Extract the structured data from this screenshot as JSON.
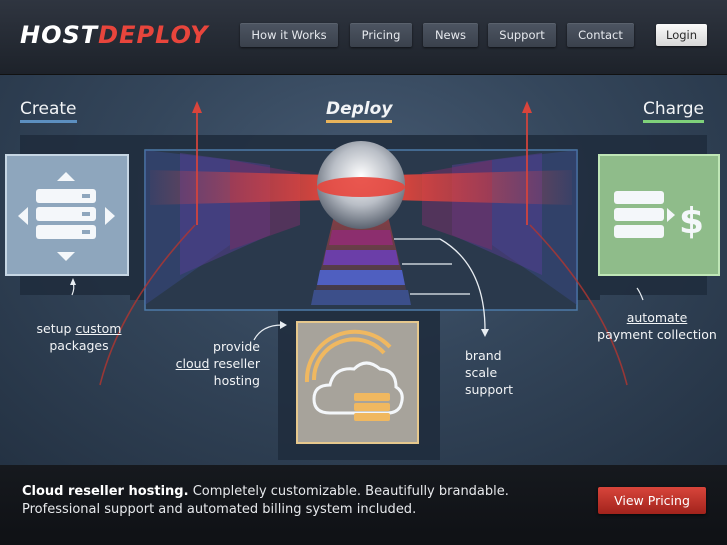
{
  "header": {
    "logo": {
      "part1": "HOST",
      "part2": "DEPLOY"
    },
    "nav": [
      {
        "id": "how-it-works",
        "label": "How it Works"
      },
      {
        "id": "pricing",
        "label": "Pricing"
      },
      {
        "id": "news",
        "label": "News"
      },
      {
        "id": "support",
        "label": "Support"
      },
      {
        "id": "contact",
        "label": "Contact"
      }
    ],
    "login_label": "Login"
  },
  "hero": {
    "create_label": "Create",
    "deploy_label": "Deploy",
    "charge_label": "Charge",
    "setup": {
      "pre": "setup ",
      "link": "custom",
      "post": "packages"
    },
    "provide": {
      "line1": "provide",
      "link": "cloud",
      "line2_rest": " reseller",
      "line3": "hosting"
    },
    "brand": {
      "line1": "brand",
      "line2": "scale",
      "line3": "support"
    },
    "automate": {
      "link": "automate",
      "line2": "payment collection"
    },
    "icons": {
      "create": "server-stack-arrows-icon",
      "charge": "server-stack-dollar-icon",
      "deploy": "cloud-server-icon"
    },
    "colors": {
      "create": "#5c8fc0",
      "deploy": "#e8b35a",
      "charge": "#7fd17a",
      "beam": "#e8453c"
    }
  },
  "footer": {
    "tagline_bold": "Cloud reseller hosting.",
    "tagline_rest": " Completely customizable. Beautifully brandable. Professional support and automated billing system included.",
    "cta_label": "View Pricing"
  }
}
